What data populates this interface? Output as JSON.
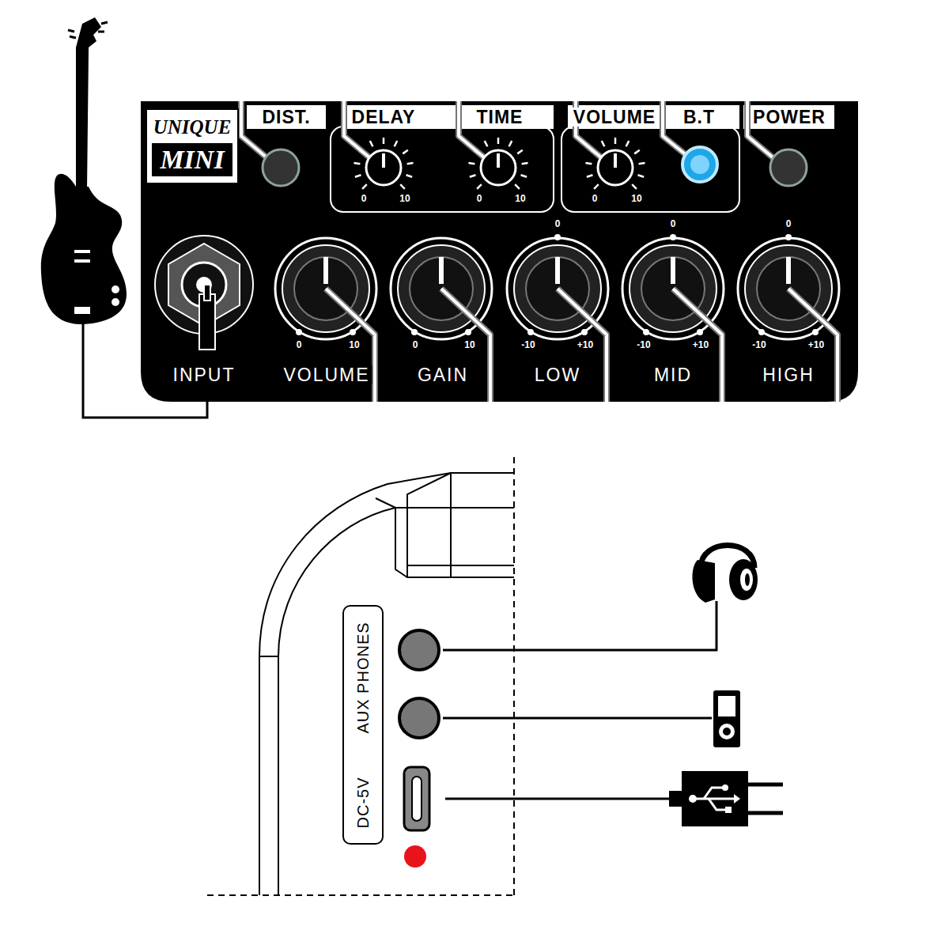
{
  "diagram": {
    "nodes": [
      {
        "text": [
          "UNIQUE",
          "MINI"
        ]
      },
      {
        "text": [
          "AUX PHONES",
          "DC-5V"
        ]
      }
    ],
    "labels": [
      "DIST.",
      "DELAY",
      "TIME",
      "VOLUME",
      "B.T",
      "POWER",
      "0",
      "10",
      "0",
      "10",
      "0",
      "10",
      "0",
      "0",
      "0",
      "INPUT",
      "0",
      "10",
      "VOLUME",
      "0",
      "10",
      "GAIN",
      "-10",
      "+10",
      "LOW",
      "-10",
      "+10",
      "MID",
      "-10",
      "+10",
      "HIGH"
    ]
  }
}
